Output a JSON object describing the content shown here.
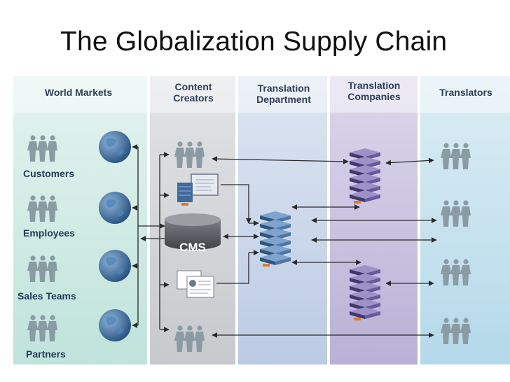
{
  "title": "The Globalization Supply Chain",
  "columns": {
    "world_markets": "World Markets",
    "content_creators_line1": "Content",
    "content_creators_line2": "Creators",
    "translation_department_line1": "Translation",
    "translation_department_line2": "Department",
    "translation_companies_line1": "Translation",
    "translation_companies_line2": "Companies",
    "translators": "Translators"
  },
  "market_groups": [
    "Customers",
    "Employees",
    "Sales Teams",
    "Partners"
  ],
  "cms_label": "CMS",
  "colors": {
    "world_markets_bg": "#cfe9e3",
    "content_creators_bg": "#d3d5d8",
    "translation_department_bg": "#c9d6ea",
    "translation_companies_bg": "#c9c3df",
    "translators_bg": "#c8e3ef",
    "people": "#8a9ba3",
    "globe": "#2f5f8f",
    "server_blue": "#3f6a99",
    "server_purple": "#5d4f8f",
    "arrow": "#2a2a2a"
  },
  "icons": [
    "person-group-icon",
    "globe-icon",
    "computer-icon",
    "database-icon",
    "document-icon",
    "server-stack-icon"
  ]
}
